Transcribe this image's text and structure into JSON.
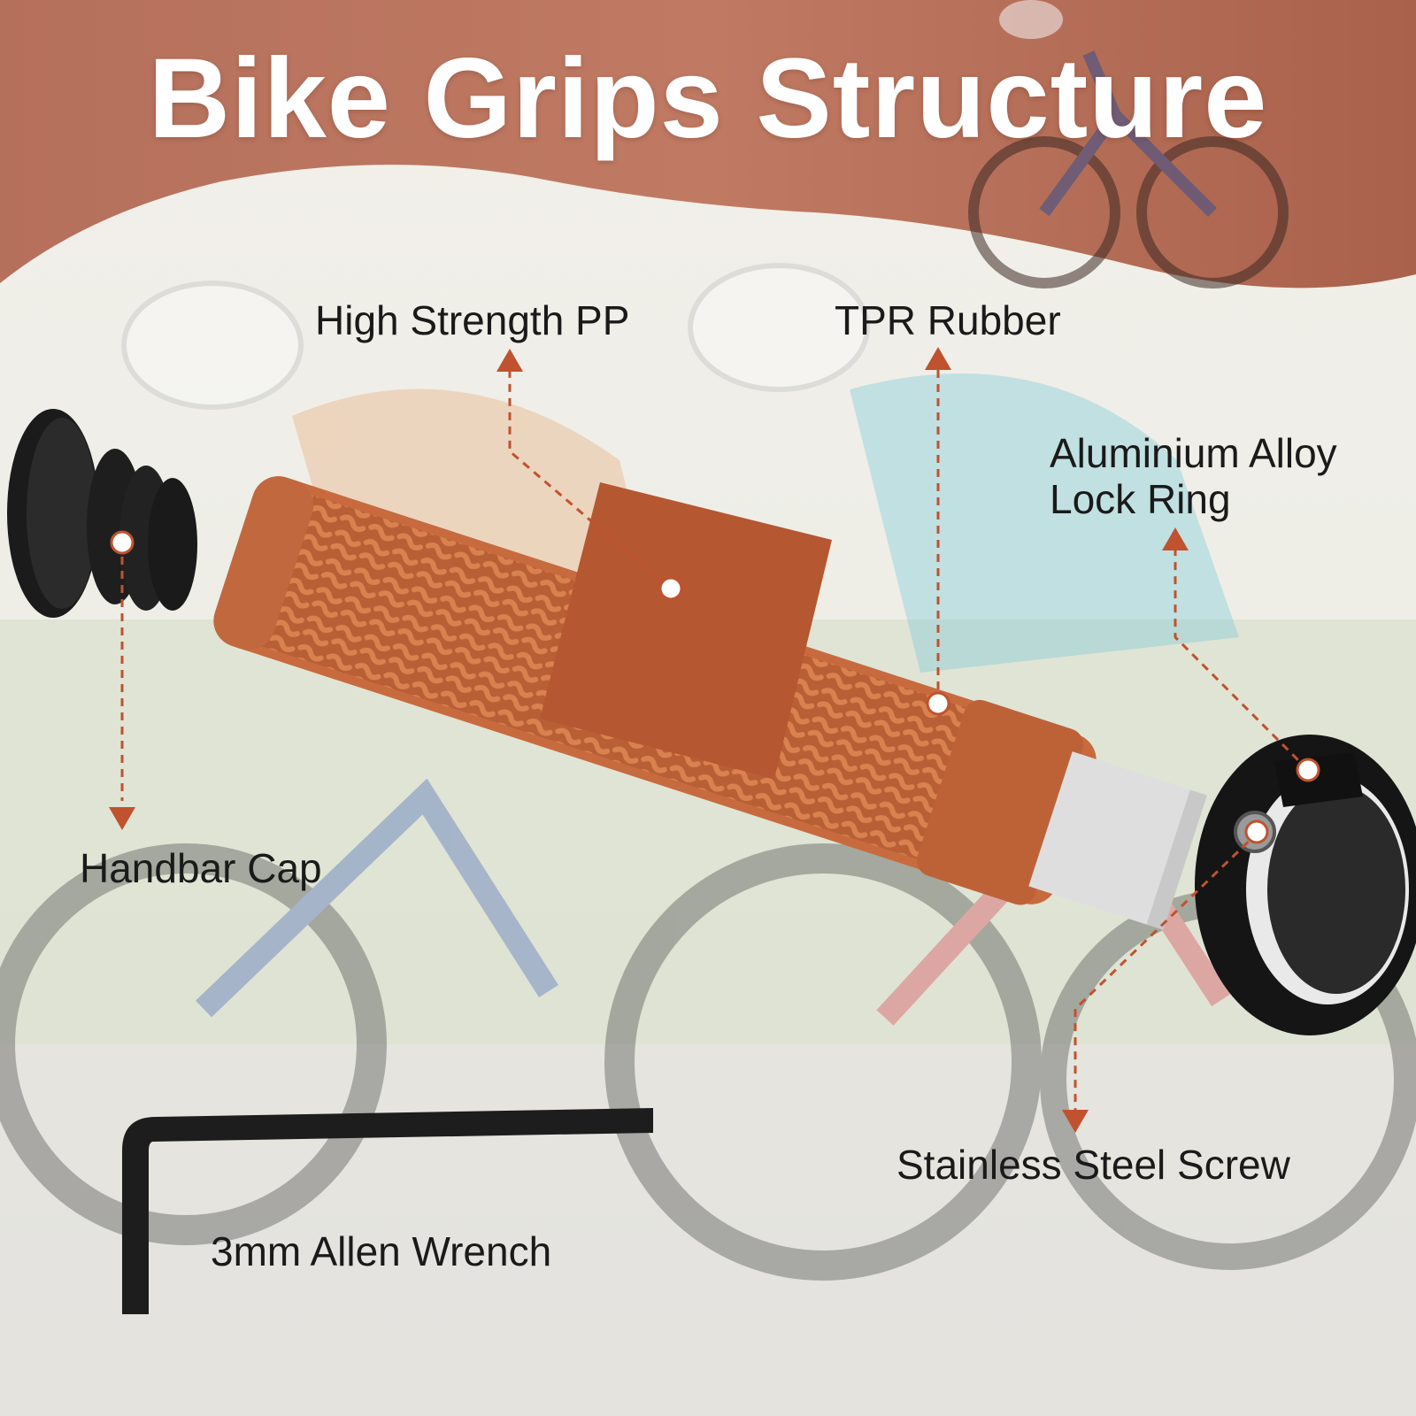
{
  "title": "Bike Grips Structure",
  "labels": {
    "high_strength_pp": "High Strength PP",
    "tpr_rubber": "TPR Rubber",
    "aluminium_line1": "Aluminium Alloy",
    "aluminium_line2": "Lock Ring",
    "handbar_cap": "Handbar Cap",
    "stainless_screw": "Stainless Steel Screw",
    "allen_wrench": "3mm Allen Wrench"
  },
  "colors": {
    "banner": "#b86e58",
    "grip": "#c2683e",
    "grip_dark": "#9e4f2b",
    "leader": "#c0522f",
    "black_part": "#161616",
    "sleeve": "#dcdcdc"
  }
}
